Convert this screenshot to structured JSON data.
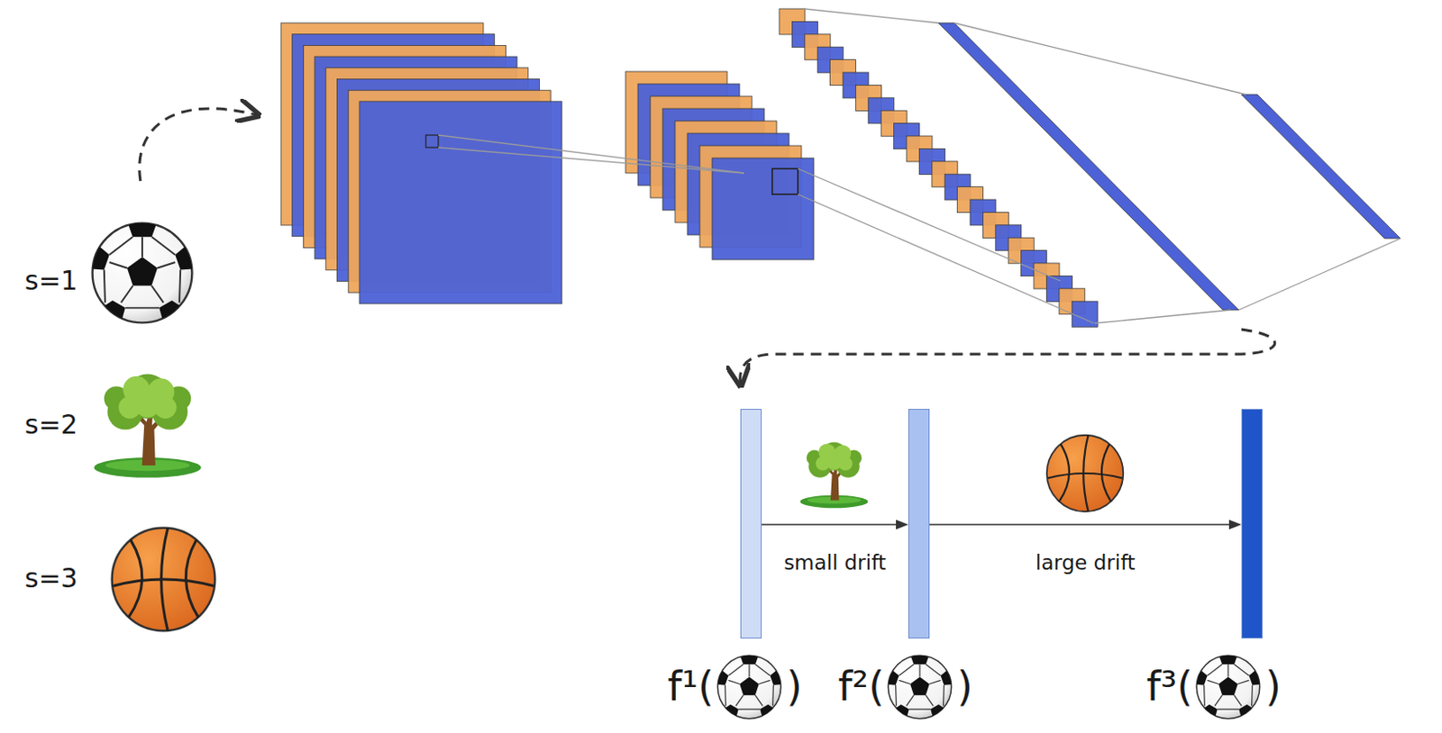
{
  "diagram": {
    "nodes": [
      {
        "text": [
          "f¹(",
          ")"
        ]
      },
      {
        "text": [
          "f²(",
          ")"
        ]
      },
      {
        "text": [
          "f³(",
          ")"
        ]
      }
    ],
    "edges": [
      {
        "from": 0,
        "to": 1,
        "arrow": "to",
        "label": "small drift"
      },
      {
        "from": 1,
        "to": 2,
        "arrow": "to",
        "label": "large drift"
      }
    ],
    "labels": [
      "s=1",
      "s=2",
      "s=3"
    ]
  }
}
